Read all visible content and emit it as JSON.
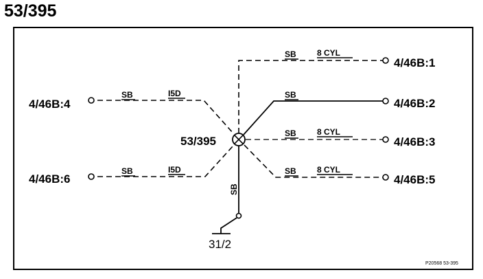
{
  "title": "53/395",
  "splice_label": "53/395",
  "ground_label": "31/2",
  "ref_code": "P20568 53-395",
  "colors": {
    "line": "#000000",
    "background": "#ffffff"
  },
  "left_connections": [
    {
      "id": "4-46b-4",
      "terminal": "4/46B:4",
      "wire_color": "SB",
      "variant": "I5D"
    },
    {
      "id": "4-46b-6",
      "terminal": "4/46B:6",
      "wire_color": "SB",
      "variant": "I5D"
    }
  ],
  "right_connections": [
    {
      "id": "4-46b-1",
      "terminal": "4/46B:1",
      "wire_color": "SB",
      "variant": "8 CYL"
    },
    {
      "id": "4-46b-2",
      "terminal": "4/46B:2",
      "wire_color": "SB",
      "variant": ""
    },
    {
      "id": "4-46b-3",
      "terminal": "4/46B:3",
      "wire_color": "SB",
      "variant": "8 CYL"
    },
    {
      "id": "4-46b-5",
      "terminal": "4/46B:5",
      "wire_color": "SB",
      "variant": "8 CYL"
    }
  ],
  "ground_wire": {
    "wire_color": "SB"
  }
}
